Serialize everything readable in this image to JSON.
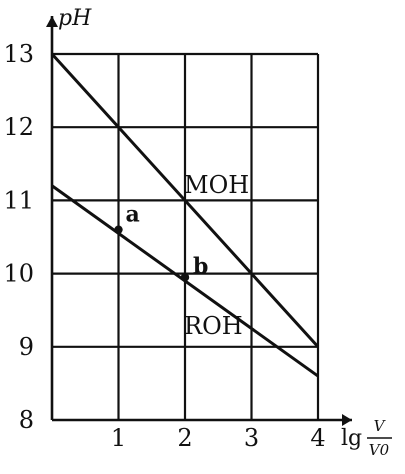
{
  "chart_data": {
    "type": "line",
    "title": "",
    "ylabel": "pH",
    "xlabel": {
      "prefix": "lg",
      "numerator": "V",
      "denominator": "V0"
    },
    "xlim": [
      0,
      4
    ],
    "ylim": [
      8,
      13
    ],
    "x_ticks": [
      1,
      2,
      3,
      4
    ],
    "y_ticks": [
      8,
      9,
      10,
      11,
      12,
      13
    ],
    "grid": true,
    "series": [
      {
        "name": "MOH",
        "x": [
          0,
          4
        ],
        "y": [
          13,
          9
        ]
      },
      {
        "name": "ROH",
        "x": [
          0,
          4
        ],
        "y": [
          11.2,
          8.6
        ]
      }
    ],
    "points": [
      {
        "label": "a",
        "x": 1,
        "y": 10.6
      },
      {
        "label": "b",
        "x": 2,
        "y": 9.95
      }
    ]
  }
}
